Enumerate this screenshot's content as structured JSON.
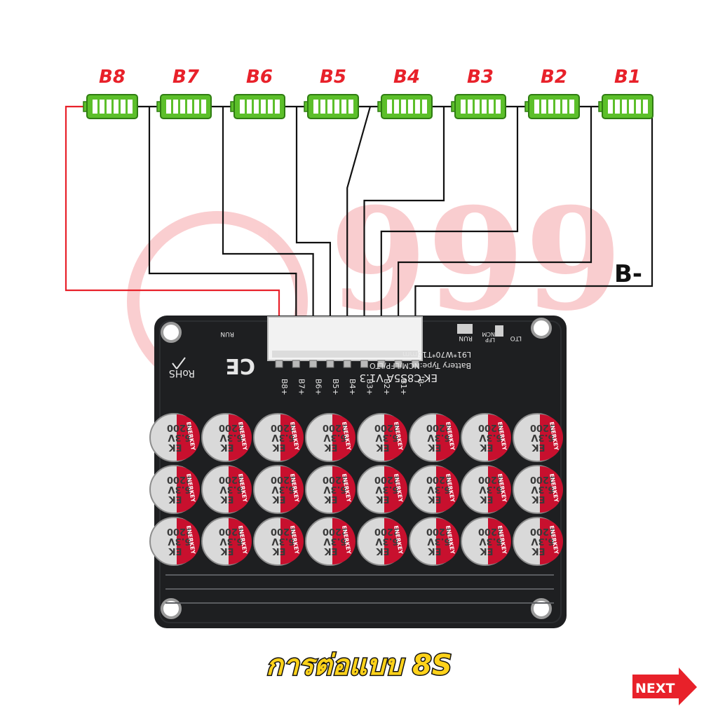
{
  "cells": [
    "B8",
    "B7",
    "B6",
    "B5",
    "B4",
    "B3",
    "B2",
    "B1"
  ],
  "b_minus_label": "B-",
  "connector_pins": [
    "B8+",
    "B7+",
    "B6+",
    "B5+",
    "B4+",
    "B3+",
    "B2+",
    "B1+",
    "B-"
  ],
  "board": {
    "model": "EK-C8S5A V1.3",
    "battery_type": "Battery Type:NCM/LFP/LTO",
    "dimensions": "L91*W70*T16mm",
    "rohs": "RoHS",
    "ce": "CE",
    "run": "RUN",
    "switch_run": "RUN",
    "switch_ncm": "NCM",
    "switch_lfp": "LFP",
    "switch_lto": "LTO"
  },
  "capacitor": {
    "capacitance": "2200",
    "voltage": "6.3V",
    "series": "EK",
    "brand": "ENERKEY"
  },
  "watermark": "999",
  "caption": "การต่อแบบ 8S",
  "next_button": "NEXT",
  "colors": {
    "battery_green": "#5cbf2a",
    "battery_outline": "#2f7d12",
    "wire_red": "#e8212a",
    "wire_black": "#111111",
    "pcb": "#1e1f21",
    "cap_red": "#c8102e",
    "cap_silver": "#d9d9d9",
    "caption_yellow": "#ffd21a",
    "next_red": "#e8212a"
  }
}
